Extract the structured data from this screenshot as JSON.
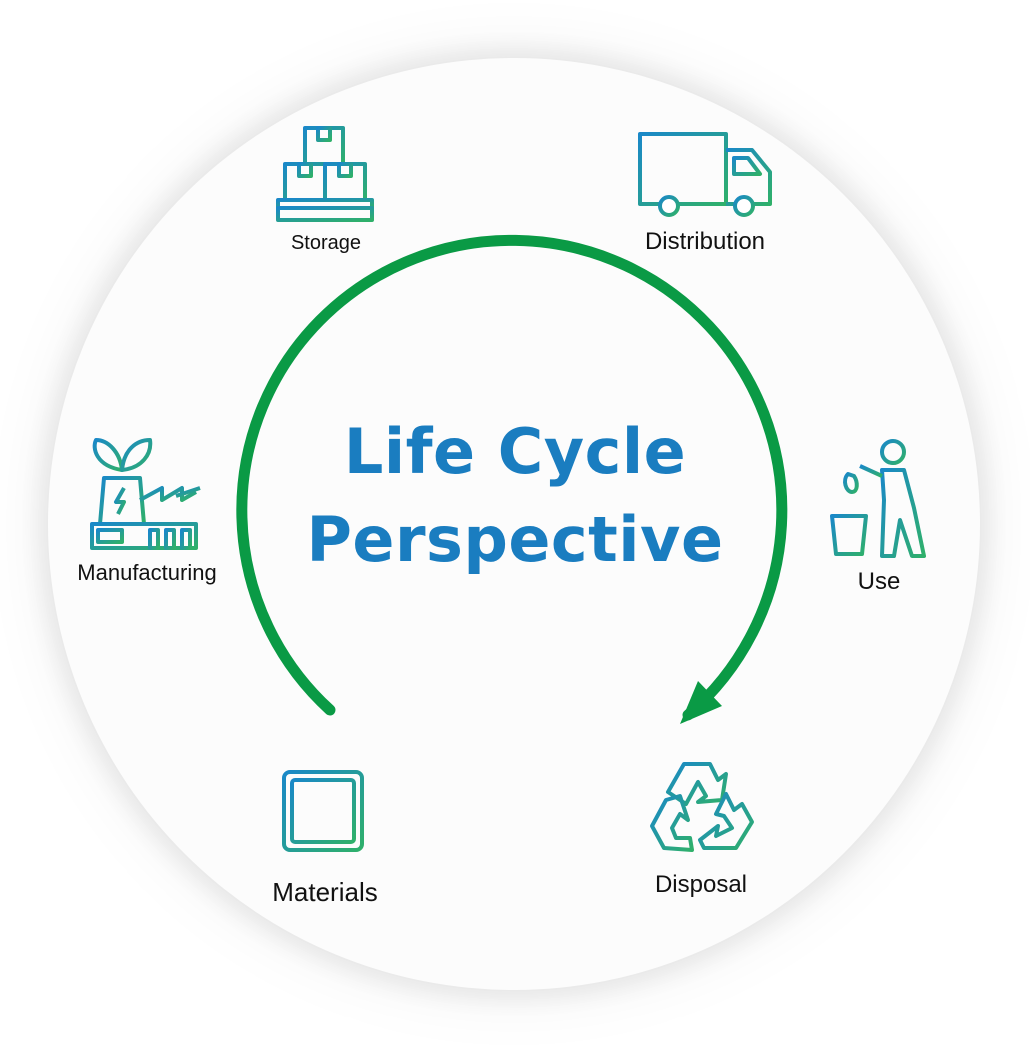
{
  "title": {
    "line1": "Life Cycle",
    "line2": "Perspective"
  },
  "stages": {
    "storage": {
      "label": "Storage",
      "icon": "pallet-boxes-icon"
    },
    "distribution": {
      "label": "Distribution",
      "icon": "delivery-truck-icon"
    },
    "manufacturing": {
      "label": "Manufacturing",
      "icon": "green-factory-icon"
    },
    "use": {
      "label": "Use",
      "icon": "person-throwing-trash-icon"
    },
    "materials": {
      "label": "Materials",
      "icon": "microchip-icon"
    },
    "disposal": {
      "label": "Disposal",
      "icon": "recycle-icon"
    }
  },
  "colors": {
    "title": "#1a7dc0",
    "arrow": "#0a9a45",
    "icon_gradient_start": "#1a88c8",
    "icon_gradient_end": "#2fb06a"
  }
}
